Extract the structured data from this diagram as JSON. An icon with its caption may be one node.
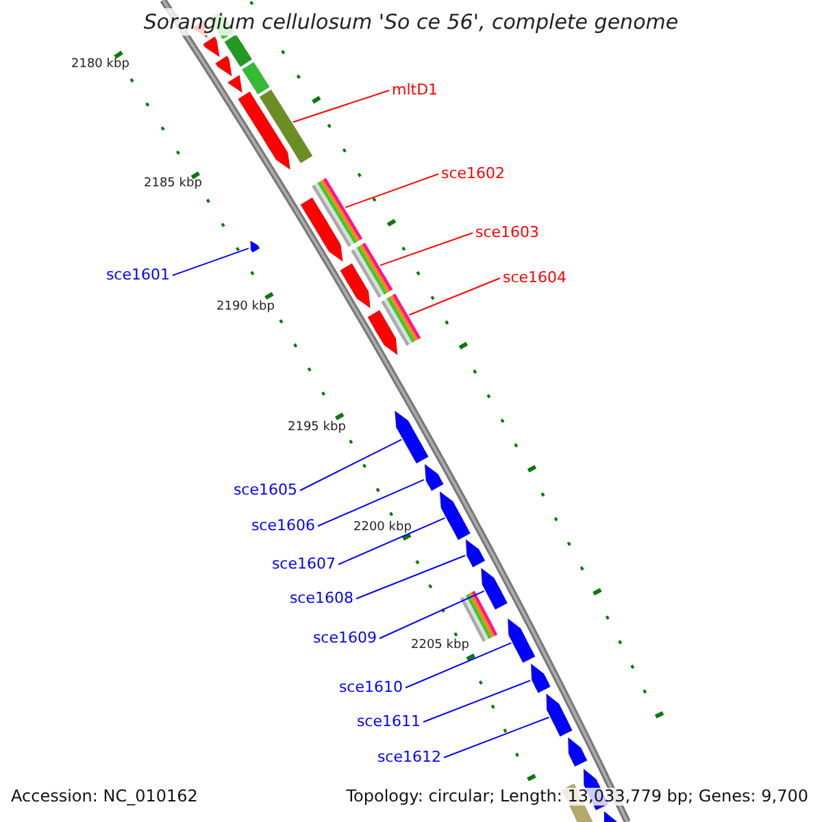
{
  "diagram": {
    "title": "Sorangium cellulosum 'So ce 56', complete genome",
    "nodes": [
      {
        "text": [
          "mltD1"
        ]
      },
      {
        "text": [
          "sce1602"
        ]
      },
      {
        "text": [
          "sce1603"
        ]
      },
      {
        "text": [
          "sce1601"
        ]
      },
      {
        "text": [
          "sce1604"
        ]
      },
      {
        "text": [
          "sce1605"
        ]
      },
      {
        "text": [
          "sce1606"
        ]
      },
      {
        "text": [
          "sce1607"
        ]
      },
      {
        "text": [
          "sce1608"
        ]
      },
      {
        "text": [
          "sce1609"
        ]
      },
      {
        "text": [
          "sce1610"
        ]
      },
      {
        "text": [
          "sce1611"
        ]
      },
      {
        "text": [
          "sce1612"
        ]
      },
      {
        "text": [],
        "shape": "arrow"
      },
      {
        "text": [],
        "shape": "bar"
      },
      {
        "text": [],
        "shape": "arrow"
      },
      {
        "text": [],
        "shape": "arrow"
      },
      {
        "text": [],
        "shape": "bar"
      },
      {
        "text": [],
        "shape": "arrow"
      },
      {
        "text": [],
        "shape": "bar"
      },
      {
        "text": [],
        "shape": "arrow"
      },
      {
        "text": [],
        "shape": "bar"
      },
      {
        "text": [],
        "shape": "bar"
      },
      {
        "text": [],
        "shape": "arrow"
      },
      {
        "text": [],
        "shape": "arrow"
      },
      {
        "text": [],
        "shape": "bar"
      },
      {
        "text": [],
        "shape": "arrow"
      },
      {
        "text": [],
        "shape": "bar"
      },
      {
        "text": [],
        "shape": "arrow"
      },
      {
        "text": [],
        "shape": "arrow"
      },
      {
        "text": [],
        "shape": "arrow"
      },
      {
        "text": [],
        "shape": "arrow"
      },
      {
        "text": [],
        "shape": "arrow"
      },
      {
        "text": [],
        "shape": "arrow"
      },
      {
        "text": [],
        "shape": "bar"
      },
      {
        "text": [],
        "shape": "arrow"
      },
      {
        "text": [],
        "shape": "arrow"
      },
      {
        "text": [],
        "shape": "arrow"
      },
      {
        "text": [],
        "shape": "arrow"
      },
      {
        "text": [],
        "shape": "arrow"
      },
      {
        "text": [],
        "shape": "bar"
      },
      {
        "text": [],
        "shape": "arrow"
      }
    ],
    "edges": [
      {
        "from": 0,
        "to": 21,
        "arrow": "none",
        "color": "#ff0000"
      },
      {
        "from": 1,
        "to": 22,
        "arrow": "none",
        "color": "#ff0000"
      },
      {
        "from": 2,
        "to": 25,
        "arrow": "none",
        "color": "#ff0000"
      },
      {
        "from": 3,
        "to": 24,
        "arrow": "none",
        "color": "#0000ff"
      },
      {
        "from": 4,
        "to": 27,
        "arrow": "none",
        "color": "#ff0000"
      },
      {
        "from": 5,
        "to": 29,
        "arrow": "none",
        "color": "#0000ff"
      },
      {
        "from": 6,
        "to": 30,
        "arrow": "none",
        "color": "#0000ff"
      },
      {
        "from": 7,
        "to": 31,
        "arrow": "none",
        "color": "#0000ff"
      },
      {
        "from": 8,
        "to": 32,
        "arrow": "none",
        "color": "#0000ff"
      },
      {
        "from": 9,
        "to": 33,
        "arrow": "none",
        "color": "#0000ff"
      },
      {
        "from": 10,
        "to": 35,
        "arrow": "none",
        "color": "#0000ff"
      },
      {
        "from": 11,
        "to": 36,
        "arrow": "none",
        "color": "#0000ff"
      },
      {
        "from": 12,
        "to": 37,
        "arrow": "none",
        "color": "#0000ff"
      }
    ],
    "labels": [
      "2180 kbp",
      "2185 kbp",
      "2190 kbp",
      "2195 kbp",
      "2200 kbp",
      "2205 kbp",
      "Accession: NC_010162",
      "Topology: circular; Length: 13,033,779 bp; Genes: 9,700"
    ]
  }
}
